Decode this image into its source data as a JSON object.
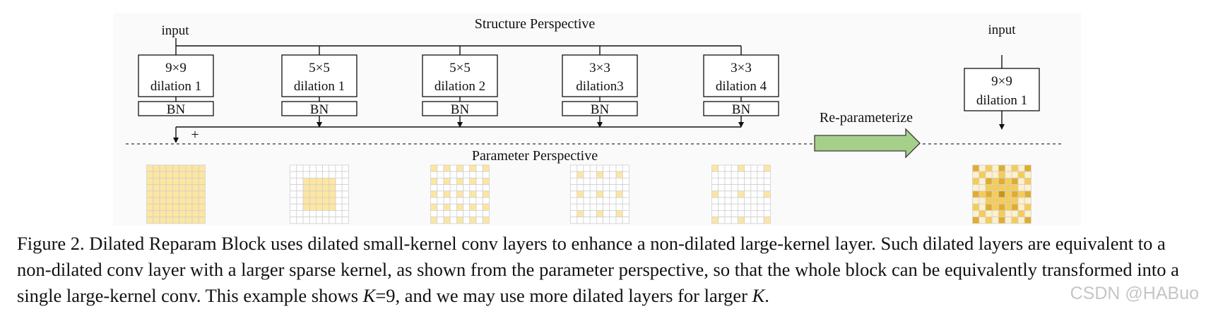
{
  "figure": {
    "structure_title": "Structure Perspective",
    "parameter_title": "Parameter Perspective",
    "input_label": "input",
    "output_input_label": "input",
    "sum_symbol": "+",
    "reparam_label": "Re-parameterize",
    "branches": [
      {
        "kernel": "9×9",
        "dilation": "dilation 1",
        "bn": "BN",
        "k": 9,
        "d": 1
      },
      {
        "kernel": "5×5",
        "dilation": "dilation 1",
        "bn": "BN",
        "k": 5,
        "d": 1
      },
      {
        "kernel": "5×5",
        "dilation": "dilation 2",
        "bn": "BN",
        "k": 5,
        "d": 2
      },
      {
        "kernel": "3×3",
        "dilation": "dilation3",
        "bn": "BN",
        "k": 3,
        "d": 3
      },
      {
        "kernel": "3×3",
        "dilation": "dilation 4",
        "bn": "BN",
        "k": 3,
        "d": 4
      }
    ],
    "merged": {
      "kernel": "9×9",
      "dilation": "dilation 1"
    },
    "colors": {
      "cell_light": "#fde6a0",
      "cell_mid": "#f6cc55",
      "cell_dark": "#c8950f",
      "cell_faint": "#fdf0cc",
      "grid_line": "#cfcfcf",
      "arrow_fill": "#a6d08a",
      "arrow_stroke": "#3a3a3a"
    }
  },
  "caption": {
    "prefix": "Figure 2. Dilated Reparam Block uses dilated small-kernel conv layers to enhance a non-dilated large-kernel layer. Such dilated layers are equivalent to a non-dilated conv layer with a larger sparse kernel, as shown from the parameter perspective, so that the whole block can be equivalently transformed into a single large-kernel conv. This example shows ",
    "k_symbol": "K",
    "eq": "=9, and we may use more dilated layers for larger ",
    "k_symbol2": "K",
    "suffix": "."
  },
  "watermark": "CSDN @HABuo"
}
